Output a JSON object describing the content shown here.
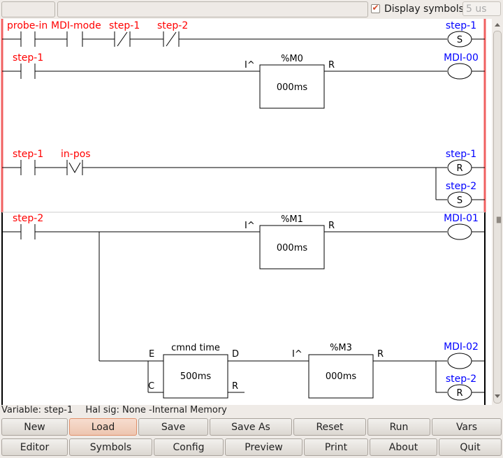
{
  "toolbar": {
    "display_symbols_label": "Display symbols",
    "display_symbols_checked": true,
    "scan_time": "5 us"
  },
  "rungs": [
    {
      "contacts": [
        "probe-in",
        "MDI-mode",
        "step-1",
        "step-2"
      ],
      "coils": [
        {
          "label": "step-1",
          "type": "S"
        }
      ]
    },
    {
      "contacts": [
        "step-1"
      ],
      "timer": {
        "name": "%M0",
        "input": "I^",
        "reset": "R",
        "time": "000ms"
      },
      "coils": [
        {
          "label": "MDI-00",
          "type": ""
        }
      ]
    },
    {
      "contacts": [
        "step-1",
        "in-pos"
      ],
      "coils": [
        {
          "label": "step-1",
          "type": "R"
        },
        {
          "label": "step-2",
          "type": "S"
        }
      ]
    },
    {
      "contacts": [
        "step-2"
      ],
      "timer": {
        "name": "%M1",
        "input": "I^",
        "reset": "R",
        "time": "000ms"
      },
      "timer2": {
        "name": "cmnd time",
        "e": "E",
        "c": "C",
        "d": "D",
        "r": "R",
        "time": "500ms"
      },
      "timer3": {
        "name": "%M3",
        "input": "I^",
        "reset": "R",
        "time": "000ms"
      },
      "coils": [
        {
          "label": "MDI-01",
          "type": ""
        },
        {
          "label": "MDI-02",
          "type": ""
        },
        {
          "label": "step-2",
          "type": "R"
        }
      ]
    }
  ],
  "status": {
    "variable": "Variable: step-1",
    "hal_sig": "Hal sig: None -Internal Memory"
  },
  "buttons_row1": [
    "New",
    "Load",
    "Save",
    "Save As",
    "Reset",
    "Run",
    "Vars"
  ],
  "buttons_row2": [
    "Editor",
    "Symbols",
    "Config",
    "Preview",
    "Print",
    "About",
    "Quit"
  ],
  "colors": {
    "contact_label": "#ff0000",
    "coil_label": "#0000ff",
    "rail_active": "#f06060"
  }
}
